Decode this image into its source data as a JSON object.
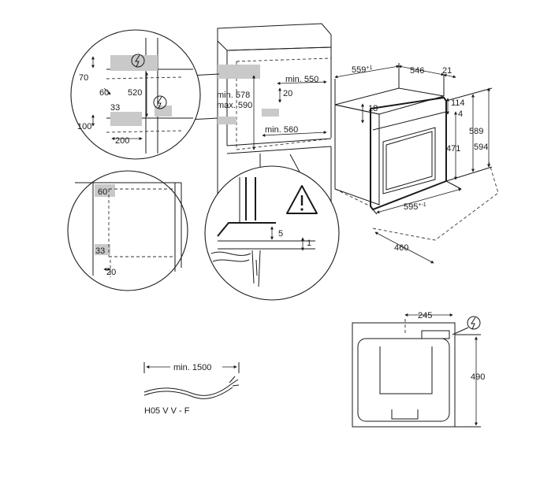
{
  "dimensions": {
    "niche_width": "min. 560",
    "niche_depth": "min. 550",
    "niche_height_min": "min. 578",
    "niche_height_max": "max. 590",
    "niche_gap": "20",
    "oven_width": "559",
    "oven_width_tol": "+1",
    "oven_depth": "546",
    "door_depth": "21",
    "top_offset": "18",
    "panel_height": "114",
    "panel_gap": "4",
    "body_height": "589",
    "total_height": "594",
    "door_height": "471",
    "front_width": "595",
    "front_width_tol": "+-1",
    "base_depth": "460",
    "socket_zone_top_a": "70",
    "socket_zone_top_b": "60",
    "socket_zone_height": "520",
    "socket_zone_low_a": "33",
    "socket_zone_low_b": "100",
    "socket_zone_low_c": "200",
    "vent_top": "60",
    "vent_bottom": "33",
    "vent_side": "20",
    "floor_gap": "5",
    "floor_step": "1",
    "back_width": "245",
    "back_height": "490",
    "cable_length": "min. 1500",
    "cable_type": "H05 V V - F"
  },
  "icons": {
    "power": "electric-bolt-icon",
    "warning": "warning-triangle-icon"
  },
  "colors": {
    "line": "#1a1a1a",
    "shade": "#c9c9c9"
  }
}
